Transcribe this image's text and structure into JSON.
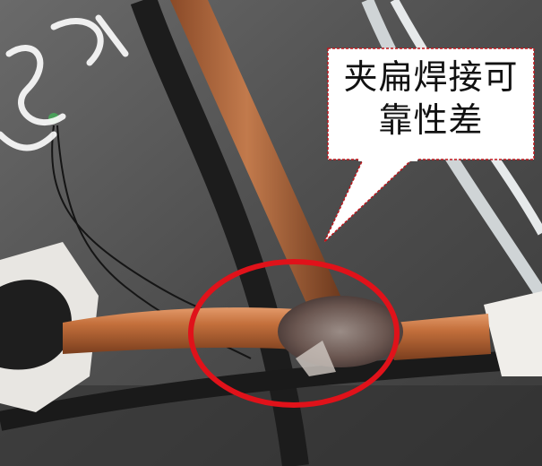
{
  "callout": {
    "line1": "夹扁焊接可",
    "line2": "靠性差"
  },
  "colors": {
    "highlight_ring": "#e0121a",
    "callout_border": "#c0161c",
    "copper": "#b8683a"
  },
  "icons": {
    "watermark": "watermark-glyph"
  }
}
